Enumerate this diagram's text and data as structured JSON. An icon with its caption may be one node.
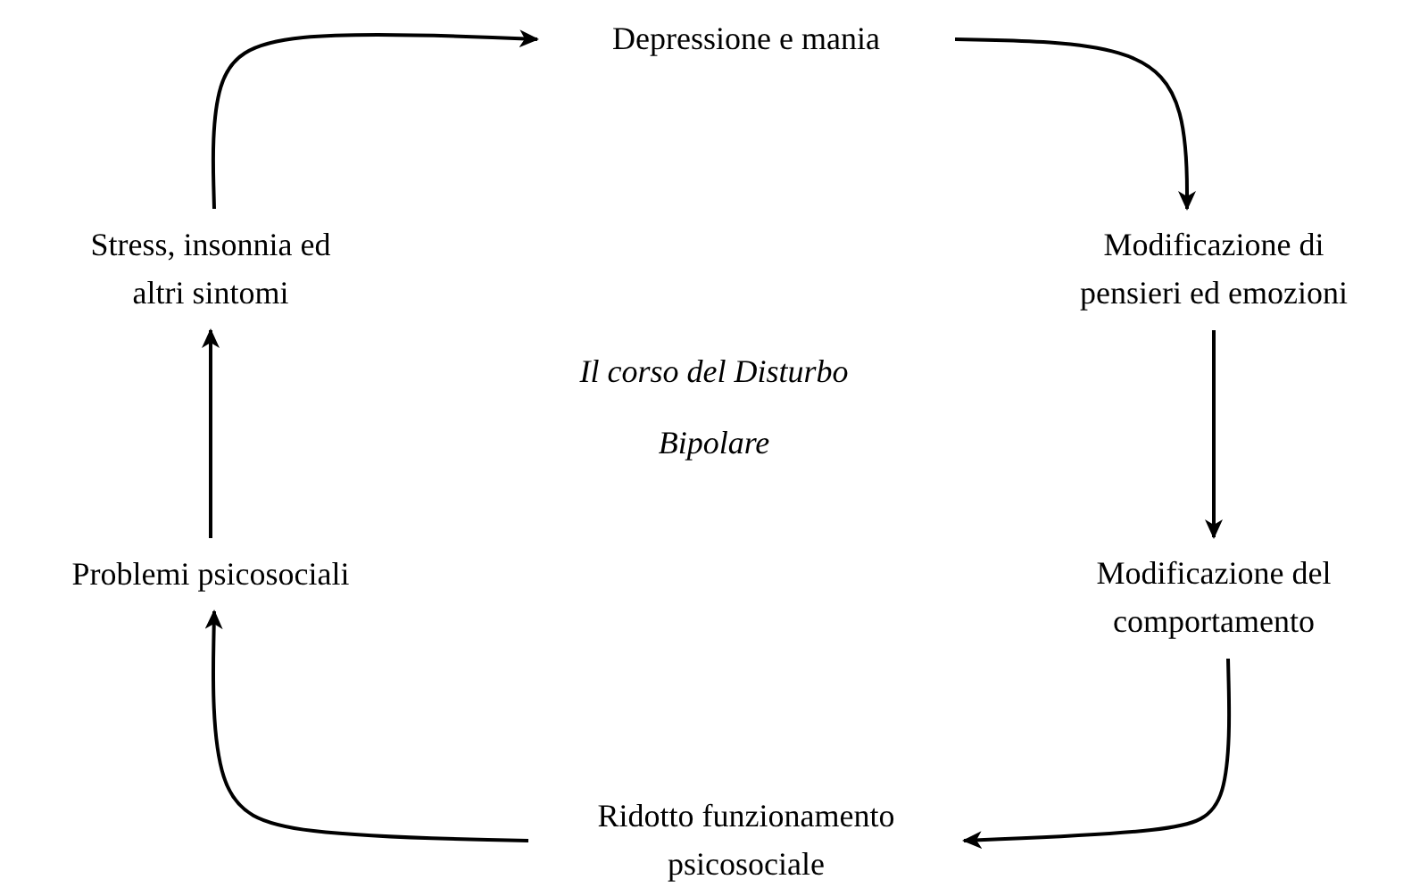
{
  "diagram": {
    "title": "Il corso del Disturbo Bipolare",
    "nodes": [
      {
        "text": [
          "Depressione e mania"
        ]
      },
      {
        "text": [
          "Modificazione di pensieri ed emozioni"
        ]
      },
      {
        "text": [
          "Modificazione del comportamento"
        ]
      },
      {
        "text": [
          "Ridotto funzionamento psicosociale"
        ]
      },
      {
        "text": [
          "Problemi psicosociali"
        ]
      },
      {
        "text": [
          "Stress, insonnia ed altri sintomi"
        ]
      }
    ],
    "edges": [
      {
        "from": 0,
        "to": 1,
        "arrow": "to"
      },
      {
        "from": 1,
        "to": 2,
        "arrow": "to"
      },
      {
        "from": 2,
        "to": 3,
        "arrow": "to"
      },
      {
        "from": 3,
        "to": 4,
        "arrow": "to"
      },
      {
        "from": 4,
        "to": 5,
        "arrow": "to"
      },
      {
        "from": 5,
        "to": 0,
        "arrow": "to"
      }
    ]
  }
}
